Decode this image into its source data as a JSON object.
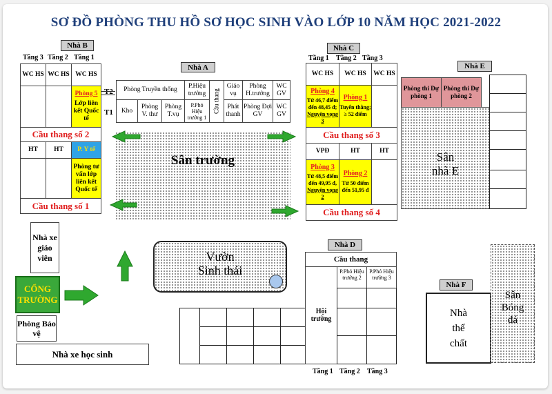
{
  "title": "SƠ ĐỒ PHÒNG THU HỒ SƠ HỌC SINH VÀO LỚP 10 NĂM HỌC 2021-2022",
  "floors": {
    "t1": "Tầng 1",
    "t2": "Tầng 2",
    "t3": "Tầng 3"
  },
  "nha_b": {
    "label": "Nhà B",
    "wc": "WC HS",
    "phong5": "Phòng 5",
    "phong5_desc": "Lớp liên kết Quốc tế",
    "ht": "HT",
    "py_te": "P. Y tế",
    "tu_van": "Phòng tư vấn lớp liên kết Quốc tế",
    "stair2": "Cầu thang số 2",
    "stair1": "Cầu thang số 1"
  },
  "nha_a": {
    "label": "Nhà A",
    "t2": "T2",
    "t1": "T1",
    "truyen_thong": "Phòng Truyền thống",
    "hieu_truong": "P.Hiệu trưởng",
    "cau_thang": "Cầu thang",
    "giao_vu": "Giáo vụ",
    "phong_ht": "Phòng H.trưởng",
    "wc_gv": "WC GV",
    "kho": "Kho",
    "v_thu": "Phòng V. thư",
    "t_vu": "Phòng T.vụ",
    "pho_ht1": "P.Phó Hiệu trưởng 1",
    "phat_thanh": "Phát thanh",
    "doi_gv": "Phòng Đợi GV"
  },
  "nha_c": {
    "label": "Nhà C",
    "wc": "WC HS",
    "phong4": "Phòng 4",
    "phong4_desc": "Từ 46,7 điểm đến 48,45 đ;",
    "phong4_nv": "Nguyện vọng 3",
    "phong1": "Phòng 1",
    "phong1_desc": "Tuyển thẳng; ≥ 52 điểm",
    "stair3": "Cầu thang số 3",
    "vpd": "VPĐ",
    "ht": "HT",
    "phong3": "Phòng 3",
    "phong3_desc": "Từ 48,5 điểm đến 49,95 đ,",
    "phong3_nv": "Nguyện vọng 2",
    "phong2": "Phòng 2",
    "phong2_desc": "Từ 50 điểm đến 51,95 đ",
    "stair4": "Cầu thang số 4"
  },
  "nha_e": {
    "label": "Nhà E",
    "du_phong1": "Phòng thi Dự phòng 1",
    "du_phong2": "Phòng thi Dự phòng 2",
    "san": "Sân nhà E"
  },
  "san_truong": "Sân trường",
  "nha_xe_gv": "Nhà xe giáo viên",
  "cong_truong": "CỔNG TRƯỜNG",
  "bao_ve": "Phòng Bảo vệ",
  "nha_xe_hs": "Nhà xe học sinh",
  "vuon": "Vườn Sinh thái",
  "nha_d": {
    "label": "Nhà D",
    "cau_thang": "Cầu thang",
    "hoi_truong": "Hội trường",
    "pho_ht2": "P.Phó Hiệu trưởng 2",
    "pho_ht3": "P.Phó Hiệu trưởng 3"
  },
  "nha_f": {
    "label": "Nhà F",
    "the_chat": "Nhà thể chất"
  },
  "san_bong": "Sân Bóng đá",
  "colors": {
    "title": "#1f3f7a",
    "highlight": "#ffff00",
    "medical": "#2fa3e6",
    "reserve": "#e0969a",
    "stair_text": "#e01f1f",
    "arrow": "#2fa82f"
  }
}
